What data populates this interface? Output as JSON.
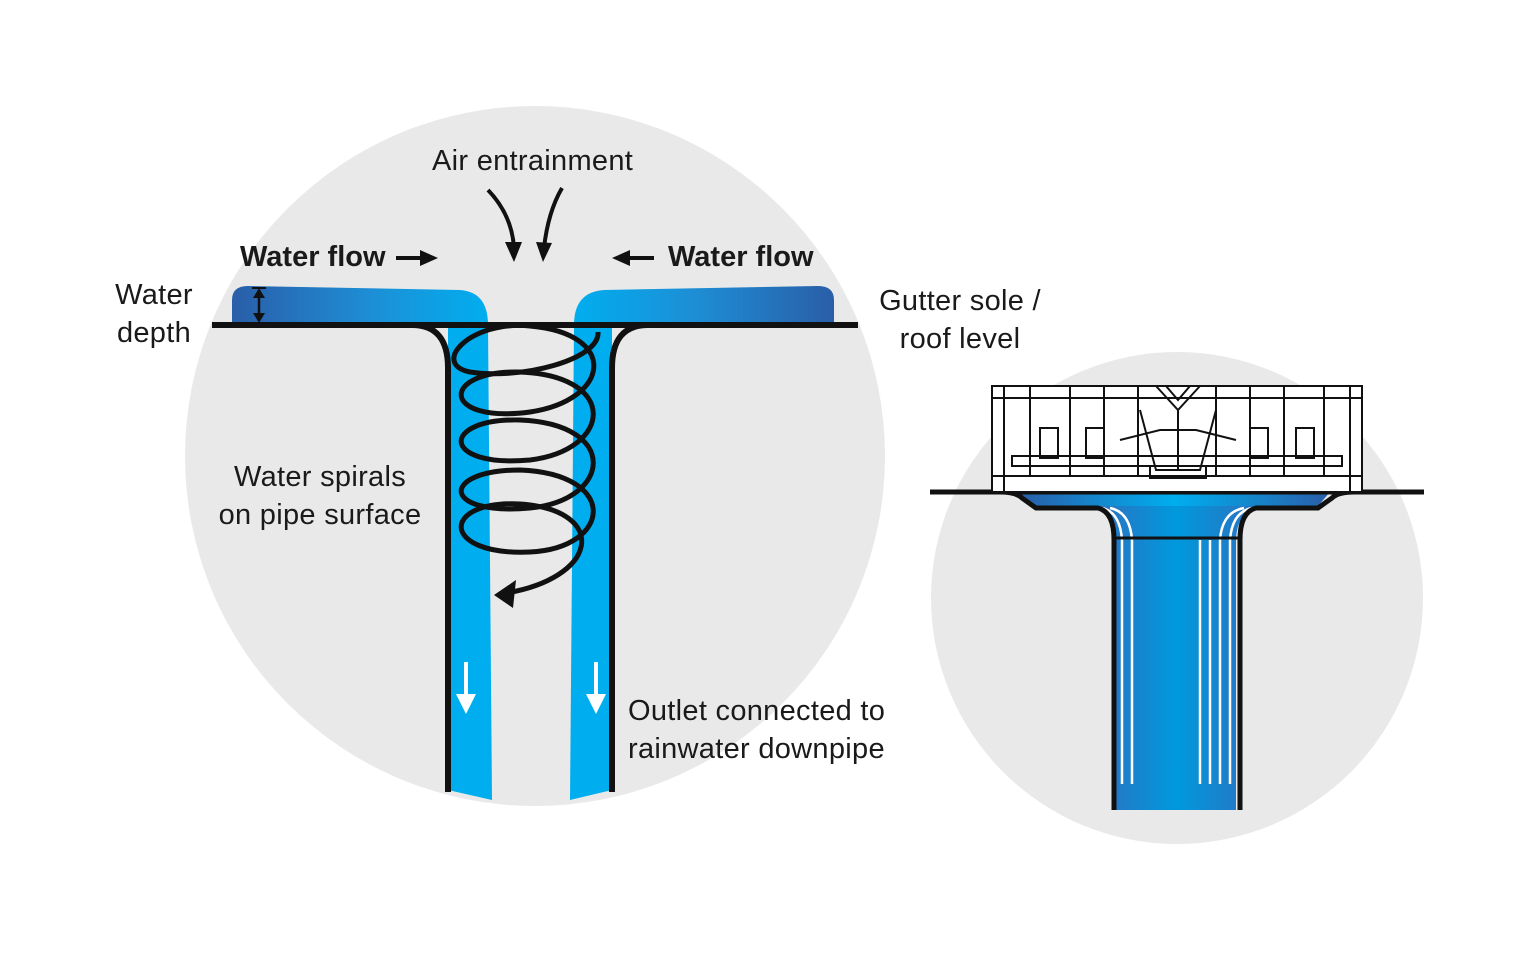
{
  "labels": {
    "air_entrainment": "Air entrainment",
    "water_flow_left": "Water flow",
    "water_flow_right": "Water flow",
    "water_depth": [
      "Water",
      "depth"
    ],
    "gutter_sole": [
      "Gutter sole /",
      "roof level"
    ],
    "water_spirals": [
      "Water spirals",
      "on pipe surface"
    ],
    "outlet": [
      "Outlet connected to",
      "rainwater downpipe"
    ]
  },
  "colors": {
    "background_circle": "#e9e9e9",
    "water_light": "#00aeef",
    "water_dark": "#2a5ea8",
    "water_mid": "#0b8fd8",
    "line": "#111111",
    "arrow_white": "#ffffff"
  },
  "icons": {
    "flow_arrow_left": "arrow-right-icon",
    "flow_arrow_right": "arrow-left-icon",
    "air_arrows": "curved-arrow-down-icon",
    "spiral_arrow": "curved-arrow-left-icon",
    "downflow_arrows": "arrow-down-icon",
    "depth_marker": "double-arrow-vertical-icon"
  }
}
